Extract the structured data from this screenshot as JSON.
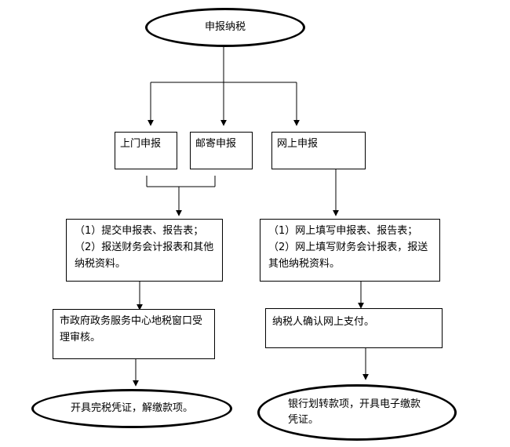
{
  "start": {
    "label": "申报纳税"
  },
  "methods": {
    "onsite": "上门申报",
    "mail": "邮寄申报",
    "online": "网上申报"
  },
  "left_branch": {
    "step1": "（1）提交申报表、报告表；（2）报送财务会计报表和其他纳税资料。",
    "step2": "市政府政务服务中心地税窗口受理审核。",
    "end": "开具完税凭证，解缴款项。"
  },
  "right_branch": {
    "step1": "（1）网上填写申报表、报告表；（2）网上填写财务会计报表，报送其他纳税资料。",
    "step2": "纳税人确认网上支付。",
    "end": "银行划转款项，开具电子缴款凭证。"
  }
}
